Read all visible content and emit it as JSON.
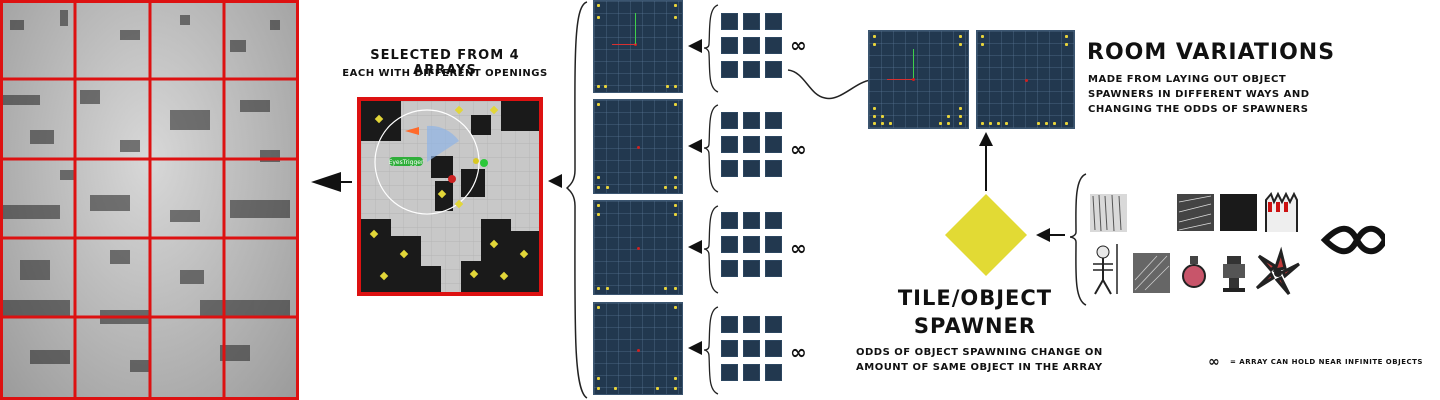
{
  "selected": {
    "title": "SELECTED FROM 4 ARRAYS",
    "subtitle": "EACH WITH DIFFERENT OPENINGS"
  },
  "room_variations": {
    "title": "ROOM VARIATIONS",
    "line1": "MADE FROM LAYING OUT OBJECT",
    "line2": "SPAWNERS IN DIFFERENT WAYS AND",
    "line3": "CHANGING THE ODDS OF SPAWNERS"
  },
  "spawner": {
    "title1": "TILE/OBJECT",
    "title2": "SPAWNER",
    "note1": "ODDS OF OBJECT SPAWNING CHANGE ON",
    "note2": "AMOUNT OF SAME OBJECT IN THE ARRAY"
  },
  "legend": {
    "text": "= ARRAY CAN HOLD NEAR INFINITE OBJECTS"
  },
  "infinity_symbol": "∞",
  "game_label": "EyesTrigger",
  "colors": {
    "tile_blue": "#22384f",
    "grid_red": "#dd1111",
    "diamond_yellow": "#e2da34",
    "marker_yellow": "#e8d43a"
  }
}
